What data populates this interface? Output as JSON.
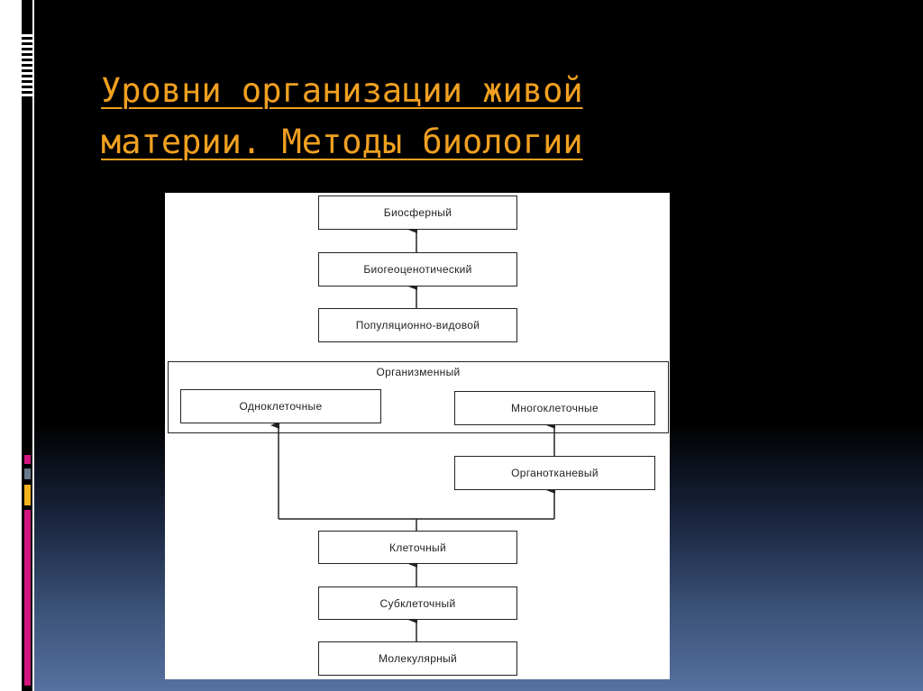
{
  "slide": {
    "title": "Уровни организации живой материи. Методы биологии"
  },
  "diagram": {
    "levels": {
      "biosphere": "Биосферный",
      "biogeocenotic": "Биогеоценотический",
      "population_species": "Популяционно-видовой",
      "organismal": "Организменный",
      "unicellular": "Одноклеточные",
      "multicellular": "Многоклеточные",
      "organ_tissue": "Органотканевый",
      "cellular": "Клеточный",
      "subcellular": "Субклеточный",
      "molecular": "Молекулярный"
    }
  },
  "colors": {
    "title": "#f0a020",
    "accent_pink": "#d4157f",
    "accent_yellow": "#f3b21b",
    "accent_gray": "#6a7a8e"
  }
}
